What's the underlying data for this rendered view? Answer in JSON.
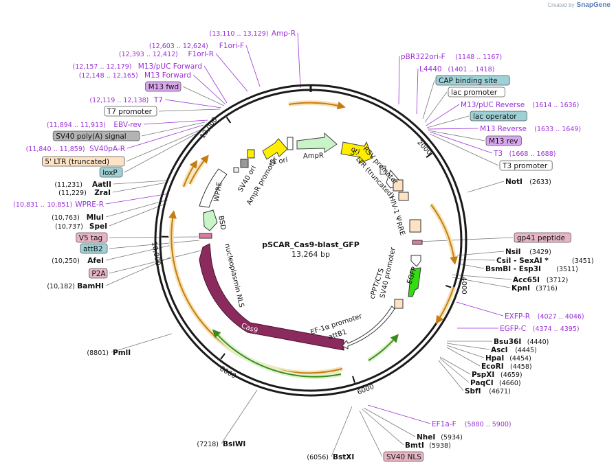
{
  "corner": {
    "prefix": "Created by",
    "brand": "SnapGene"
  },
  "plasmid": {
    "name": "pSCAR_Cas9-blast_GFP",
    "length": "13,264 bp"
  },
  "ticks": [
    "2000",
    "4000",
    "6000",
    "8000",
    "10,000",
    "12,000"
  ],
  "features": [
    "ori",
    "RSV promoter",
    "5' LTR (truncated)",
    "HIV-1 Ψ",
    "RRE",
    "cPPT/CTS",
    "EGFP",
    "SV40 promoter",
    "EF-1α promoter",
    "attB1",
    "Cas9",
    "nucleoplasmin NLS",
    "BSD",
    "WPRE",
    "SV40 ori",
    "AmpR promoter",
    "f1 ori",
    "AmpR"
  ],
  "colors": {
    "purple": "#9a2fd6",
    "cas9": "#8b2a5c",
    "amp": "#c8f4c8",
    "yellow_arrow": "#ffee00",
    "orange": "#d6951e",
    "green": "#4a9a25",
    "lime": "#33dd11"
  },
  "labels_right": [
    {
      "name": "pBR322ori-F",
      "coords": "(1148 .. 1167)",
      "style": "primer"
    },
    {
      "name": "L4440",
      "coords": "(1401 .. 1418)",
      "style": "primer"
    },
    {
      "name": "CAP binding site",
      "coords": "",
      "style": "box-teal"
    },
    {
      "name": "lac promoter",
      "coords": "",
      "style": "box-white"
    },
    {
      "name": "M13/pUC Reverse",
      "coords": "(1614 .. 1636)",
      "style": "primer"
    },
    {
      "name": "lac operator",
      "coords": "",
      "style": "box-teal"
    },
    {
      "name": "M13 Reverse",
      "coords": "(1633 .. 1649)",
      "style": "primer"
    },
    {
      "name": "M13 rev",
      "coords": "",
      "style": "box-purple"
    },
    {
      "name": "T3",
      "coords": "(1668 .. 1688)",
      "style": "primer"
    },
    {
      "name": "T3 promoter",
      "coords": "",
      "style": "box-white"
    },
    {
      "name": "NotI",
      "coords": "(2633)",
      "style": "enzyme"
    },
    {
      "name": "gp41 peptide",
      "coords": "",
      "style": "box-pink"
    },
    {
      "name": "NsiI",
      "coords": "(3429)",
      "style": "enzyme"
    },
    {
      "name": "CsiI  - SexAI *",
      "coords": "(3451)",
      "style": "enzyme"
    },
    {
      "name": "BsmBI  - Esp3I",
      "coords": "(3511)",
      "style": "enzyme"
    },
    {
      "name": "Acc65I",
      "coords": "(3712)",
      "style": "enzyme"
    },
    {
      "name": "KpnI",
      "coords": "(3716)",
      "style": "enzyme"
    },
    {
      "name": "EXFP-R",
      "coords": "(4027 .. 4046)",
      "style": "primer"
    },
    {
      "name": "EGFP-C",
      "coords": "(4374 .. 4395)",
      "style": "primer"
    },
    {
      "name": "Bsu36I",
      "coords": "(4440)",
      "style": "enzyme"
    },
    {
      "name": "AscI",
      "coords": "(4445)",
      "style": "enzyme"
    },
    {
      "name": "HpaI",
      "coords": "(4454)",
      "style": "enzyme"
    },
    {
      "name": "EcoRI",
      "coords": "(4458)",
      "style": "enzyme"
    },
    {
      "name": "PspXI",
      "coords": "(4659)",
      "style": "enzyme"
    },
    {
      "name": "PaqCI",
      "coords": "(4660)",
      "style": "enzyme"
    },
    {
      "name": "SbfI",
      "coords": "(4671)",
      "style": "enzyme"
    },
    {
      "name": "EF1a-F",
      "coords": "(5880 .. 5900)",
      "style": "primer"
    },
    {
      "name": "NheI",
      "coords": "(5934)",
      "style": "enzyme"
    },
    {
      "name": "BmtI",
      "coords": "(5938)",
      "style": "enzyme"
    },
    {
      "name": "SV40 NLS",
      "coords": "",
      "style": "box-pink"
    },
    {
      "name": "BstXI",
      "coords": "(6056)",
      "style": "enzyme"
    },
    {
      "name": "BsiWI",
      "coords": "(7218)",
      "style": "enzyme"
    },
    {
      "name": "PmlI",
      "coords": "(8801)",
      "style": "enzyme"
    }
  ],
  "labels_left": [
    {
      "name": "Amp-R",
      "coords": "(13,110 .. 13,129)",
      "style": "primer"
    },
    {
      "name": "F1ori-F",
      "coords": "(12,603 .. 12,624)",
      "style": "primer"
    },
    {
      "name": "F1ori-R",
      "coords": "(12,393 .. 12,412)",
      "style": "primer"
    },
    {
      "name": "M13/pUC Forward",
      "coords": "(12,157 .. 12,179)",
      "style": "primer"
    },
    {
      "name": "M13 Forward",
      "coords": "(12,148 .. 12,165)",
      "style": "primer"
    },
    {
      "name": "M13 fwd",
      "coords": "",
      "style": "box-purple"
    },
    {
      "name": "T7",
      "coords": "(12,119 .. 12,138)",
      "style": "primer"
    },
    {
      "name": "T7 promoter",
      "coords": "",
      "style": "box-white"
    },
    {
      "name": "EBV-rev",
      "coords": "(11,894 .. 11,913)",
      "style": "primer"
    },
    {
      "name": "SV40 poly(A) signal",
      "coords": "",
      "style": "box-grey"
    },
    {
      "name": "SV40pA-R",
      "coords": "(11,840 .. 11,859)",
      "style": "primer"
    },
    {
      "name": "5' LTR (truncated)",
      "coords": "",
      "style": "box-peach"
    },
    {
      "name": "loxP",
      "coords": "",
      "style": "box-teal"
    },
    {
      "name": "AatII",
      "coords": "(11,231)",
      "style": "enzyme"
    },
    {
      "name": "ZraI",
      "coords": "(11,229)",
      "style": "enzyme"
    },
    {
      "name": "WPRE-R",
      "coords": "(10,831 .. 10,851)",
      "style": "primer"
    },
    {
      "name": "MluI",
      "coords": "(10,763)",
      "style": "enzyme"
    },
    {
      "name": "SpeI",
      "coords": "(10,737)",
      "style": "enzyme"
    },
    {
      "name": "V5 tag",
      "coords": "",
      "style": "box-pink"
    },
    {
      "name": "attB2",
      "coords": "",
      "style": "box-teal"
    },
    {
      "name": "AfeI",
      "coords": "(10,250)",
      "style": "enzyme"
    },
    {
      "name": "P2A",
      "coords": "",
      "style": "box-pink"
    },
    {
      "name": "BamHI",
      "coords": "(10,182)",
      "style": "enzyme"
    }
  ]
}
